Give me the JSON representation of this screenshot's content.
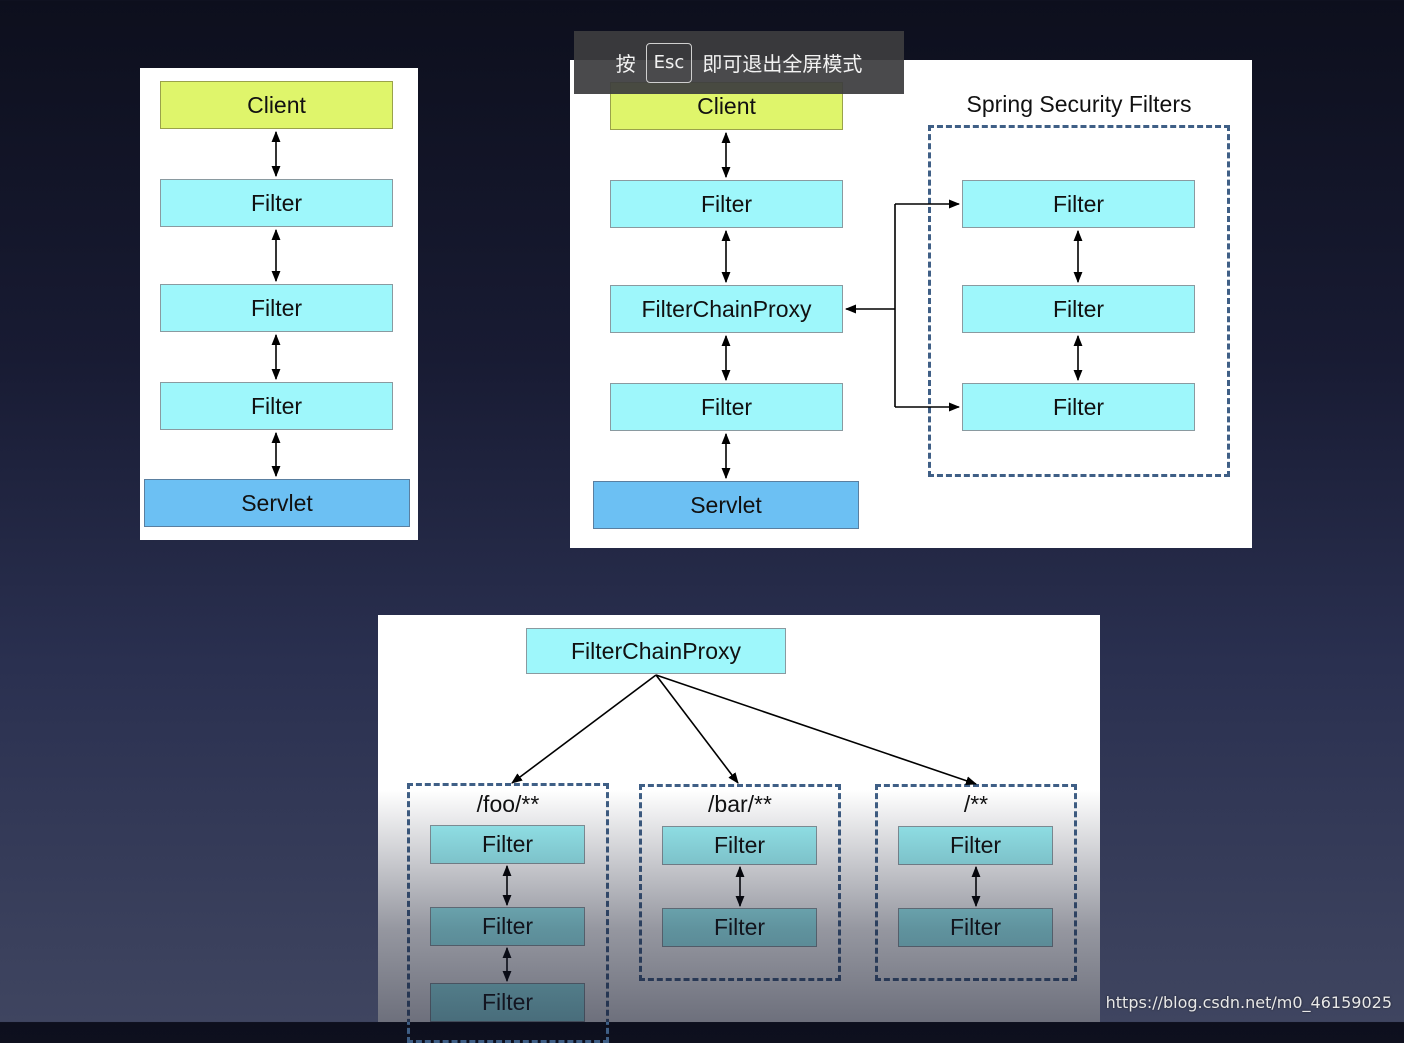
{
  "diagram1": {
    "client": "Client",
    "filters": [
      "Filter",
      "Filter",
      "Filter"
    ],
    "servlet": "Servlet"
  },
  "diagram2": {
    "client": "Client",
    "filter_top": "Filter",
    "proxy": "FilterChainProxy",
    "filter_bottom": "Filter",
    "servlet": "Servlet",
    "group_title": "Spring Security Filters",
    "security_filters": [
      "Filter",
      "Filter",
      "Filter"
    ]
  },
  "diagram3": {
    "proxy": "FilterChainProxy",
    "chains": [
      {
        "pattern": "/foo/**",
        "filters": [
          "Filter",
          "Filter",
          "Filter"
        ]
      },
      {
        "pattern": "/bar/**",
        "filters": [
          "Filter",
          "Filter"
        ]
      },
      {
        "pattern": "/**",
        "filters": [
          "Filter",
          "Filter"
        ]
      }
    ]
  },
  "overlay": {
    "press": "按",
    "key": "Esc",
    "exit_text": "即可退出全屏模式"
  },
  "watermark": "https://blog.csdn.net/m0_46159025",
  "colors": {
    "client": "#dff56b",
    "filter": "#9ef7fb",
    "servlet": "#6cc0f3",
    "dashed_border": "#3f5f86"
  }
}
